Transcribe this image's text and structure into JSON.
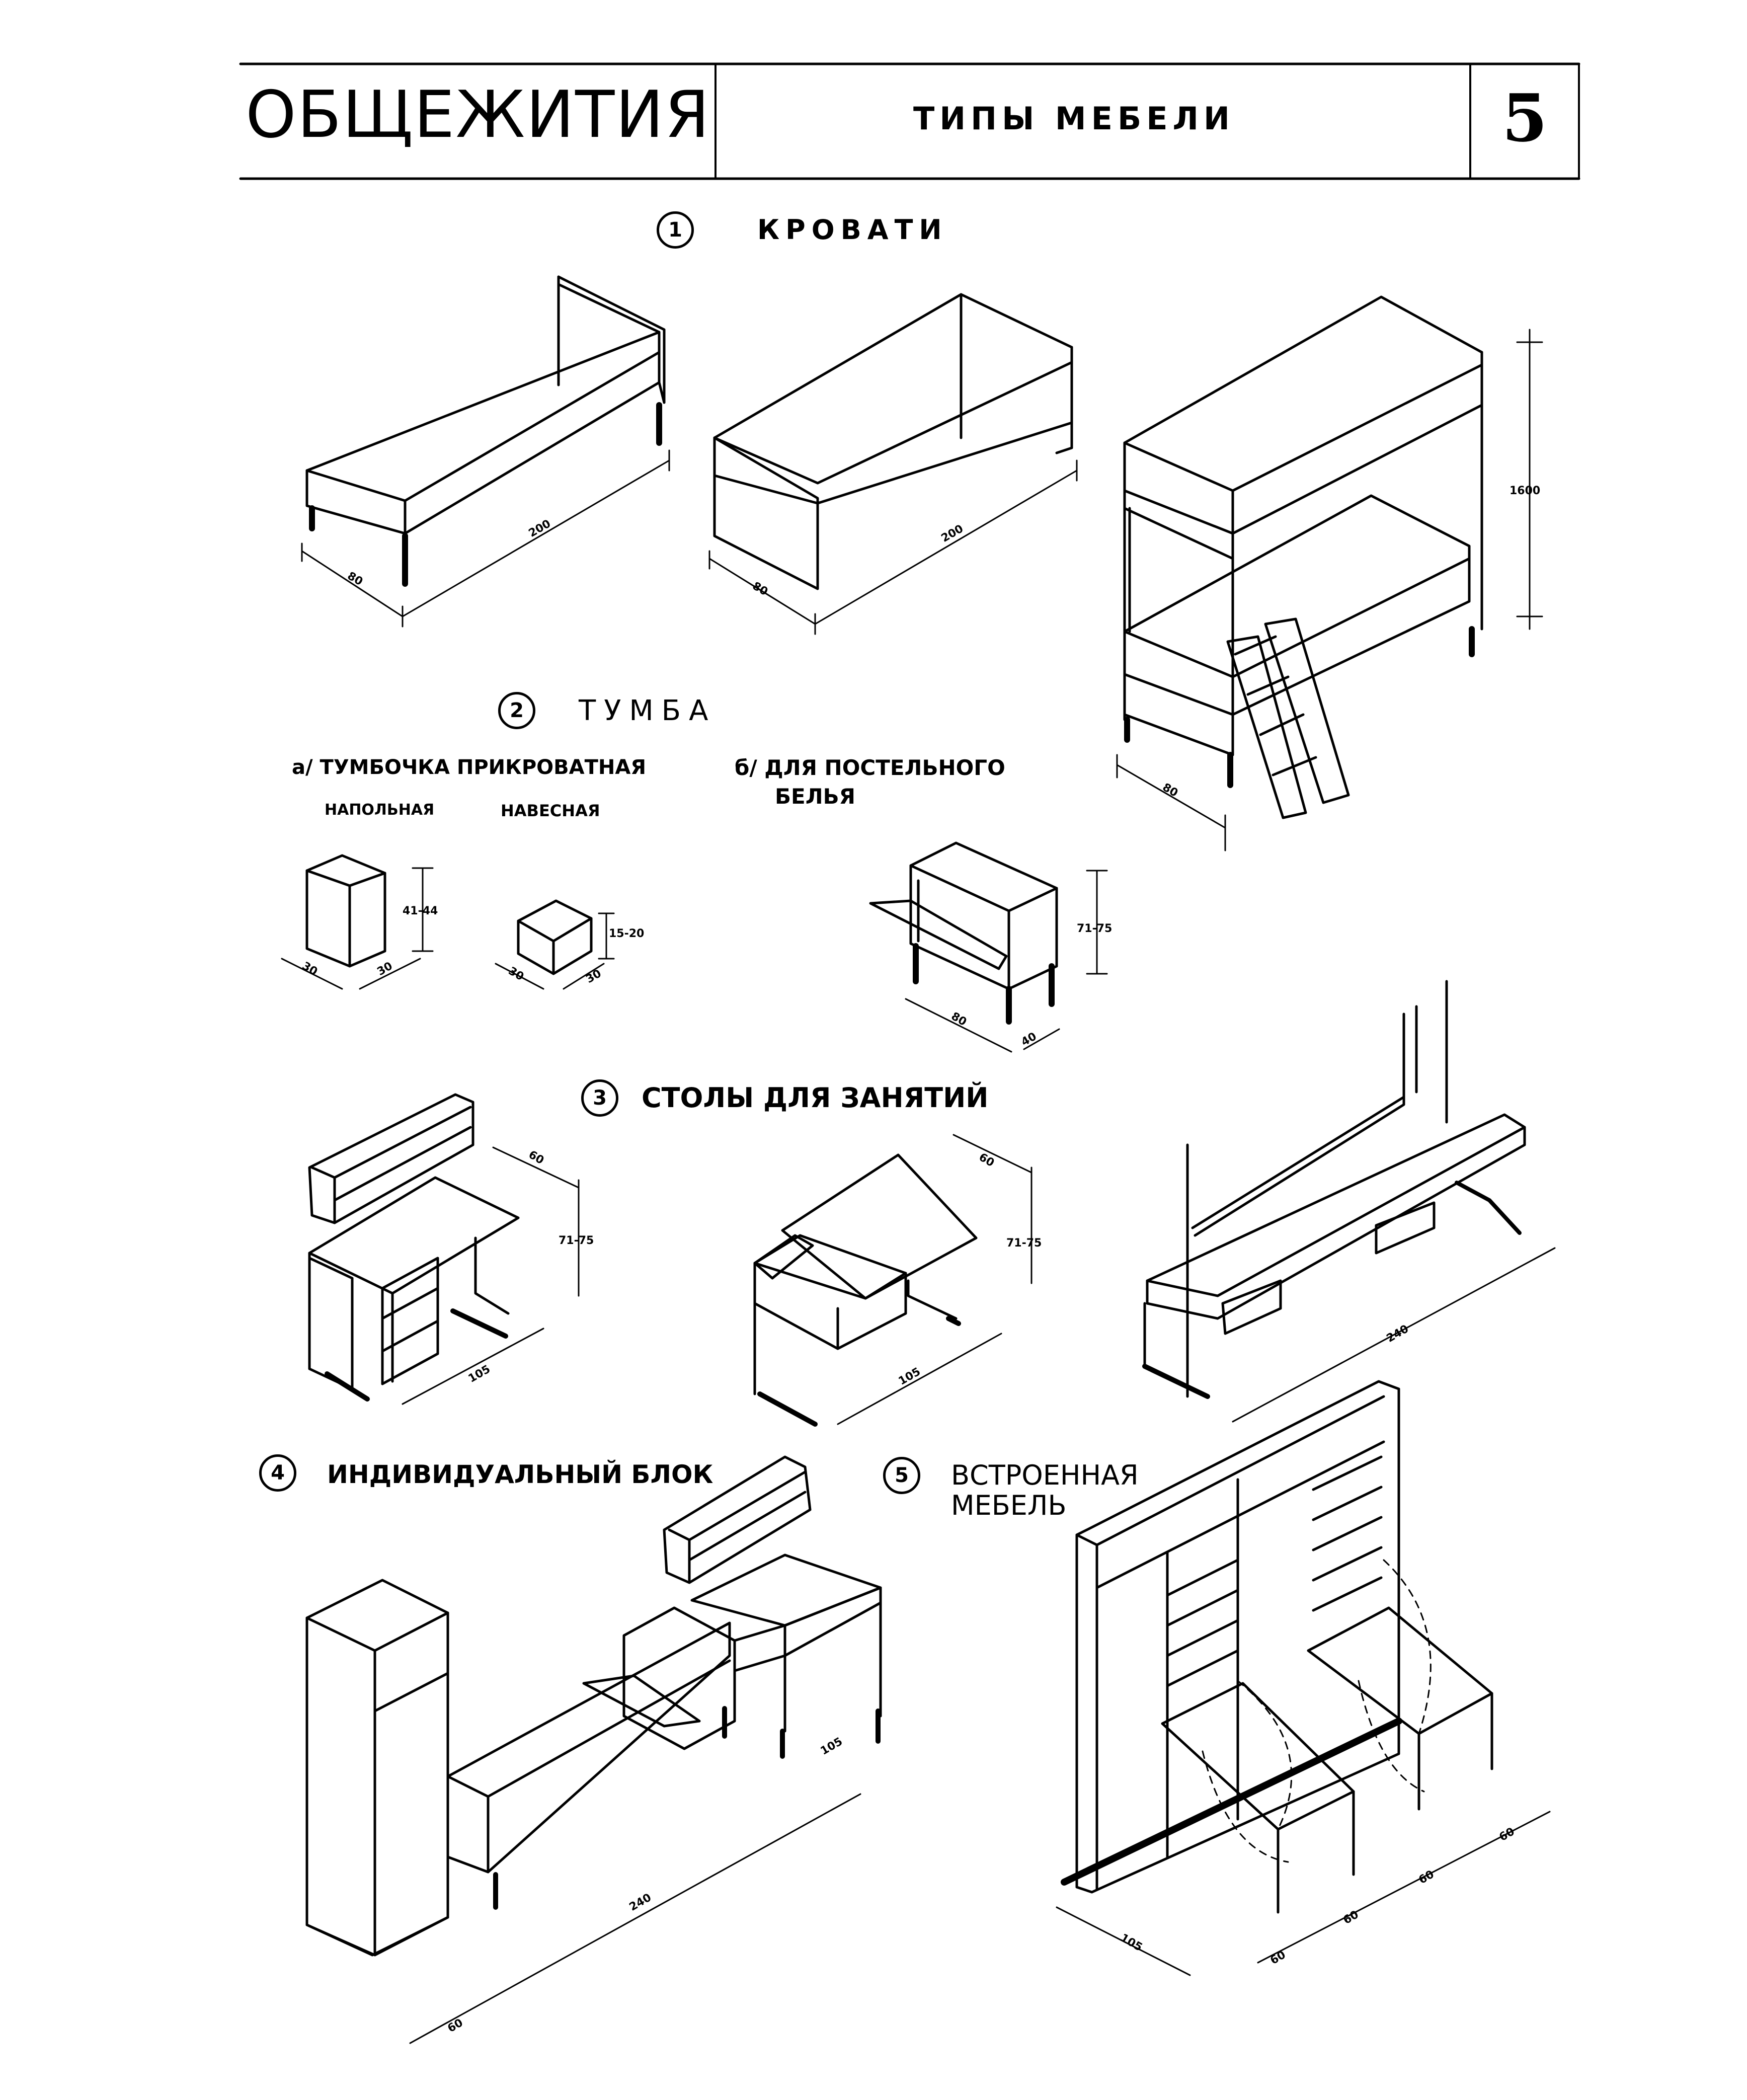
{
  "header": {
    "title": "ОБЩЕЖИТИЯ",
    "subtitle": "ТИПЫ МЕБЕЛИ",
    "page_number": "5"
  },
  "sections": [
    {
      "number": "1",
      "title": "КРОВАТИ"
    },
    {
      "number": "2",
      "title": "ТУМБА"
    },
    {
      "number": "3",
      "title": "СТОЛЫ ДЛЯ ЗАНЯТИЙ"
    },
    {
      "number": "4",
      "title": "ИНДИВИДУАЛЬНЫЙ БЛОК"
    },
    {
      "number": "5",
      "title_line1": "ВСТРОЕННАЯ",
      "title_line2": "МЕБЕЛЬ"
    }
  ],
  "tumba": {
    "a_title": "а/ ТУМБОЧКА ПРИКРОВАТНАЯ",
    "a_floor": "НАПОЛЬНАЯ",
    "a_hanging": "НАВЕСНАЯ",
    "b_line1": "б/ ДЛЯ ПОСТЕЛЬНОГО",
    "b_line2": "БЕЛЬЯ"
  },
  "dimensions": {
    "bed1_length": "200",
    "bed1_width": "80",
    "bed2_length": "200",
    "bed2_width": "80",
    "bunk_height": "1600",
    "bunk_width": "80",
    "floor_height": "41-44",
    "floor_w": "30",
    "floor_d": "30",
    "hang_height": "15-20",
    "hang_w": "30",
    "hang_d": "30",
    "linen_height": "71-75",
    "linen_w": "80",
    "linen_d": "40",
    "desk1_depth": "60",
    "desk1_height": "71-75",
    "desk1_len": "105",
    "desk2_depth": "60",
    "desk2_height": "71-75",
    "desk2_len": "105",
    "desk3_len": "240",
    "block_len": "240",
    "block_desk": "105",
    "block_depth": "60",
    "builtin_depth": "105",
    "builtin_d1": "60",
    "builtin_d2": "60",
    "builtin_d3": "60",
    "builtin_d4": "60"
  }
}
